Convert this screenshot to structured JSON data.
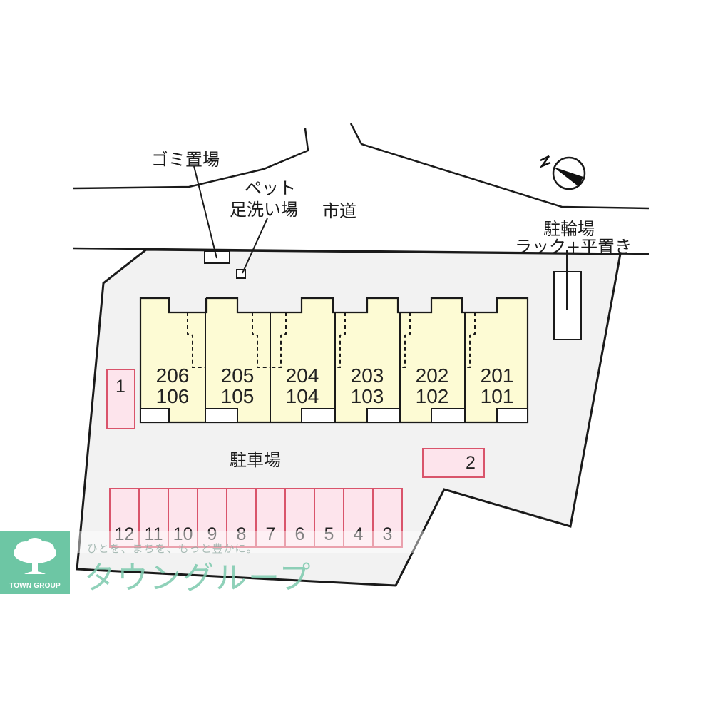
{
  "map": {
    "labels": {
      "garbage": "ゴミ置場",
      "pet_wash_line1": "ペット",
      "pet_wash_line2": "足洗い場",
      "city_road": "市道",
      "bicycle_line1": "駐輪場",
      "bicycle_line2": "ラック+平置き",
      "parking": "駐車場",
      "north": "N"
    },
    "units": [
      {
        "upper": "206",
        "lower": "106"
      },
      {
        "upper": "205",
        "lower": "105"
      },
      {
        "upper": "204",
        "lower": "104"
      },
      {
        "upper": "203",
        "lower": "103"
      },
      {
        "upper": "202",
        "lower": "102"
      },
      {
        "upper": "201",
        "lower": "101"
      }
    ],
    "parking_spaces": {
      "single_1": "1",
      "single_2": "2",
      "row": [
        "12",
        "11",
        "10",
        "9",
        "8",
        "7",
        "6",
        "5",
        "4",
        "3"
      ]
    },
    "colors": {
      "lot": "#f2f2f2",
      "building": "#fdfbd4",
      "parking_fill": "#fde4ec",
      "parking_stroke": "#d9546b",
      "line": "#1a1a1a",
      "brand": "#6dc6a4"
    }
  },
  "branding": {
    "logo_text": "TOWN GROUP",
    "tagline": "ひとを、まちを、もっと豊かに。",
    "name": "タウングループ"
  }
}
